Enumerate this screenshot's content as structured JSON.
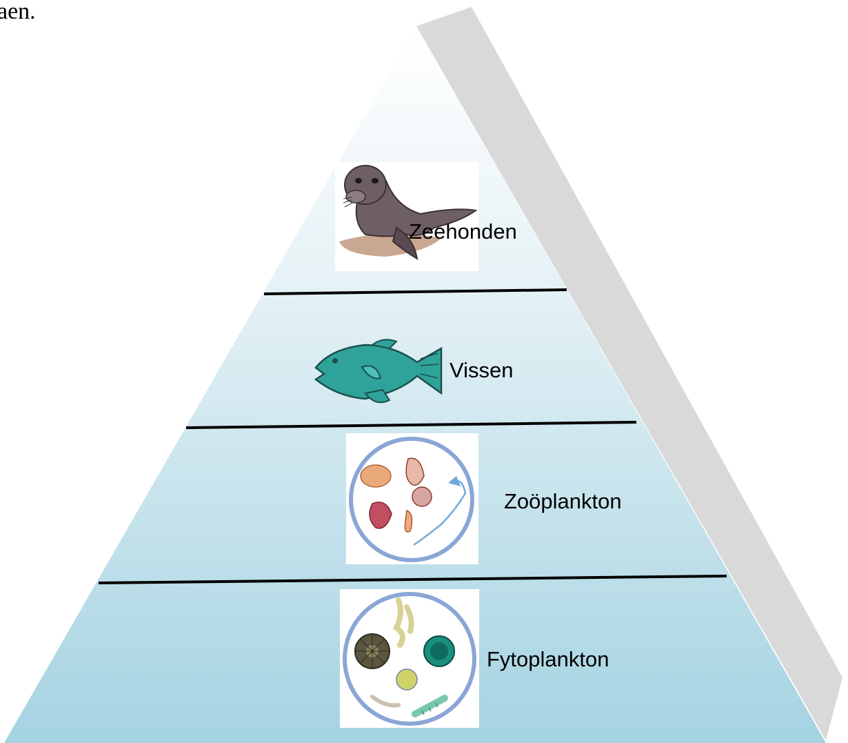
{
  "corner_text": "aen.",
  "levels": [
    {
      "label": "Zeehonden",
      "illustration": "seal-illustration"
    },
    {
      "label": "Vissen",
      "illustration": "fish-illustration"
    },
    {
      "label": "Zoöplankton",
      "illustration": "zooplankton-illustration"
    },
    {
      "label": "Fytoplankton",
      "illustration": "phytoplankton-illustration"
    }
  ],
  "colors": {
    "pyramid_top": "#ffffff",
    "pyramid_bottom": "#a5d3e2",
    "side_face": "#d9d9d9",
    "divider": "#000000",
    "circle_stroke": "#8aa6d6"
  }
}
